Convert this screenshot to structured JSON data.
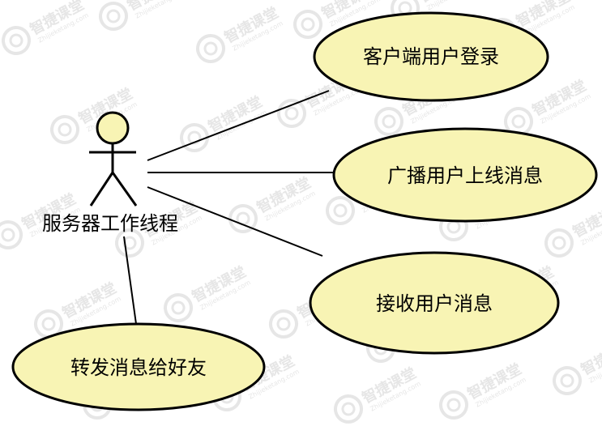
{
  "diagram": {
    "type": "use-case",
    "colors": {
      "background": "#ffffff",
      "usecase_fill": "#f8f4b4",
      "stroke": "#000000",
      "watermark": "#e6e6e6"
    },
    "watermark": {
      "text": "智捷课堂",
      "subtext": "Zhijieketang.com"
    },
    "actor": {
      "label": "服务器工作线程",
      "icon": "stick-figure-actor-icon"
    },
    "use_cases": [
      {
        "id": "client-login",
        "label": "客户端用户登录"
      },
      {
        "id": "broadcast-online",
        "label": "广播用户上线消息"
      },
      {
        "id": "receive-message",
        "label": "接收用户消息"
      },
      {
        "id": "forward-to-friend",
        "label": "转发消息给好友"
      }
    ],
    "associations": [
      {
        "from": "actor",
        "to": "client-login"
      },
      {
        "from": "actor",
        "to": "broadcast-online"
      },
      {
        "from": "actor",
        "to": "receive-message"
      },
      {
        "from": "actor",
        "to": "forward-to-friend"
      }
    ]
  }
}
